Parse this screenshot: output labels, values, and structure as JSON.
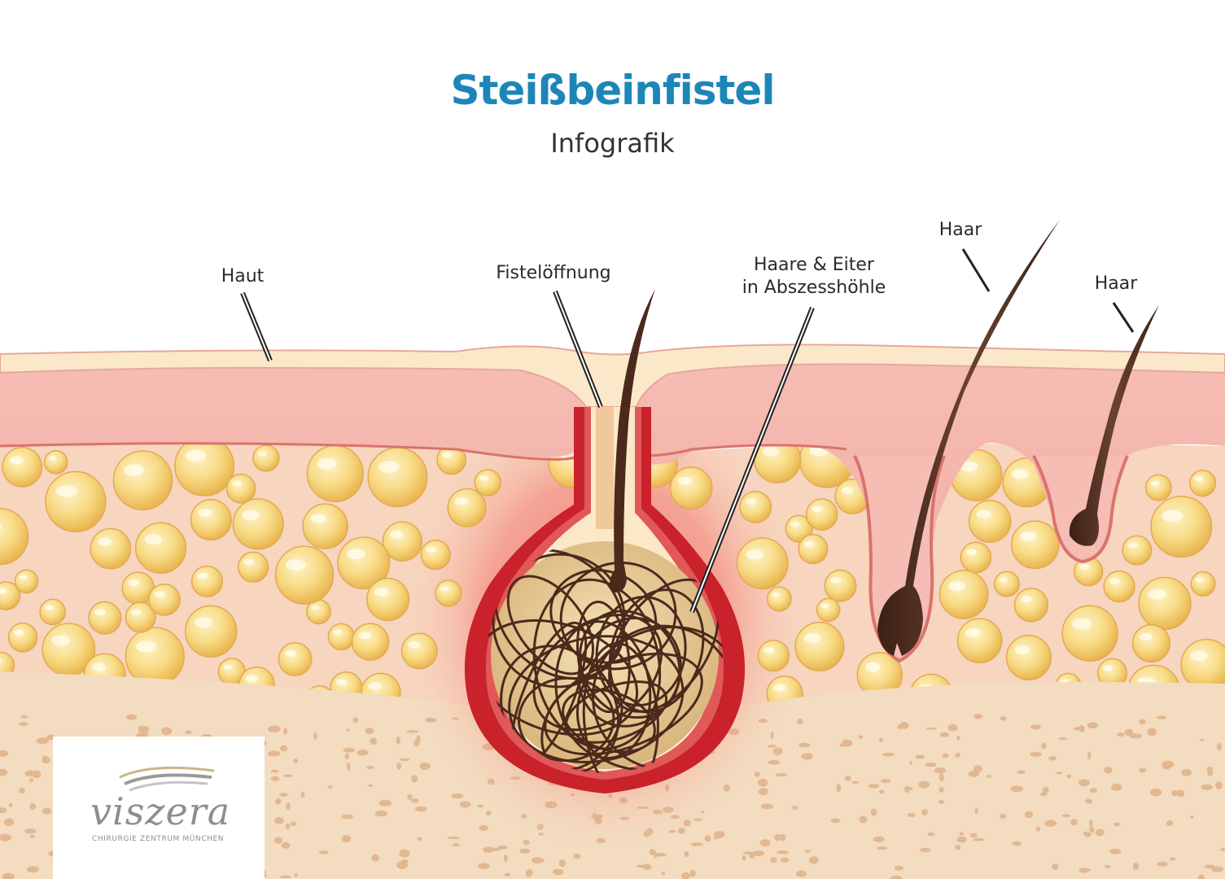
{
  "title": "Steißbeinfistel",
  "subtitle": "Infografik",
  "labels": {
    "skin": "Haut",
    "fistula_opening": "Fistelöffnung",
    "abscess": "Haare & Eiter\nin Abszesshöhle",
    "hair_large": "Haar",
    "hair_small": "Haar"
  },
  "logo": {
    "wordmark": "viszera",
    "tagline": "CHIRURGIE ZENTRUM MÜNCHEN"
  },
  "colors": {
    "title": "#1d86b8",
    "epidermis": "#fbe8c8",
    "dermis": "#f3b3aa",
    "subcutis": "#f7d5bf",
    "fat_cell": "#f6d273",
    "bone": "#f3dcc0",
    "inflammation": "#c9222a",
    "hair": "#4b2a1c",
    "pus": "#e3c58b"
  }
}
